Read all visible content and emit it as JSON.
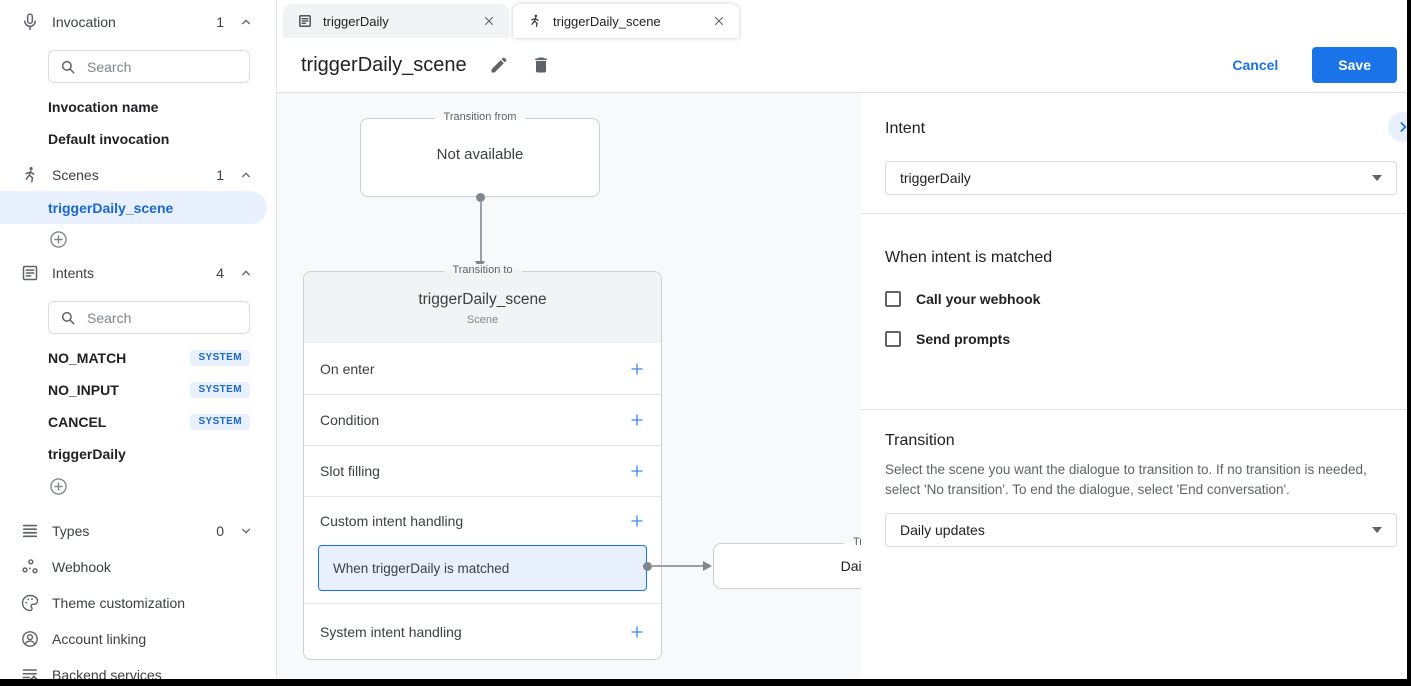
{
  "colors": {
    "accent": "#1a73e8",
    "accent_light": "#e8f0fe",
    "canvas_bg": "#f8f9fa",
    "selected_text": "#1967d2"
  },
  "sidebar": {
    "invocation": {
      "label": "Invocation",
      "count": "1",
      "search_placeholder": "Search",
      "items": [
        "Invocation name",
        "Default invocation"
      ]
    },
    "scenes": {
      "label": "Scenes",
      "count": "1",
      "selected": "triggerDaily_scene"
    },
    "intents": {
      "label": "Intents",
      "count": "4",
      "search_placeholder": "Search",
      "items": [
        {
          "name": "NO_MATCH",
          "badge": "SYSTEM"
        },
        {
          "name": "NO_INPUT",
          "badge": "SYSTEM"
        },
        {
          "name": "CANCEL",
          "badge": "SYSTEM"
        },
        {
          "name": "triggerDaily",
          "badge": ""
        }
      ]
    },
    "types": {
      "label": "Types",
      "count": "0"
    },
    "links": [
      {
        "label": "Webhook"
      },
      {
        "label": "Theme customization"
      },
      {
        "label": "Account linking"
      },
      {
        "label": "Backend services"
      }
    ]
  },
  "tabs": [
    {
      "label": "triggerDaily"
    },
    {
      "label": "triggerDaily_scene"
    }
  ],
  "header": {
    "title": "triggerDaily_scene",
    "cancel": "Cancel",
    "save": "Save"
  },
  "canvas": {
    "from_card": {
      "legend": "Transition from",
      "content": "Not available"
    },
    "scene_card": {
      "legend": "Transition to",
      "title": "triggerDaily_scene",
      "subtitle": "Scene",
      "rows": [
        "On enter",
        "Condition",
        "Slot filling",
        "Custom intent handling"
      ],
      "matched": "When triggerDaily is matched",
      "system_row": "System intent handling"
    },
    "next_card": {
      "legend": "Transition to",
      "content": "Daily updates"
    }
  },
  "panel": {
    "intent": {
      "heading": "Intent",
      "value": "triggerDaily"
    },
    "matched": {
      "heading": "When intent is matched",
      "options": [
        "Call your webhook",
        "Send prompts"
      ]
    },
    "transition": {
      "heading": "Transition",
      "description": "Select the scene you want the dialogue to transition to. If no transition is needed, select 'No transition'. To end the dialogue, select 'End conversation'.",
      "value": "Daily updates"
    }
  }
}
